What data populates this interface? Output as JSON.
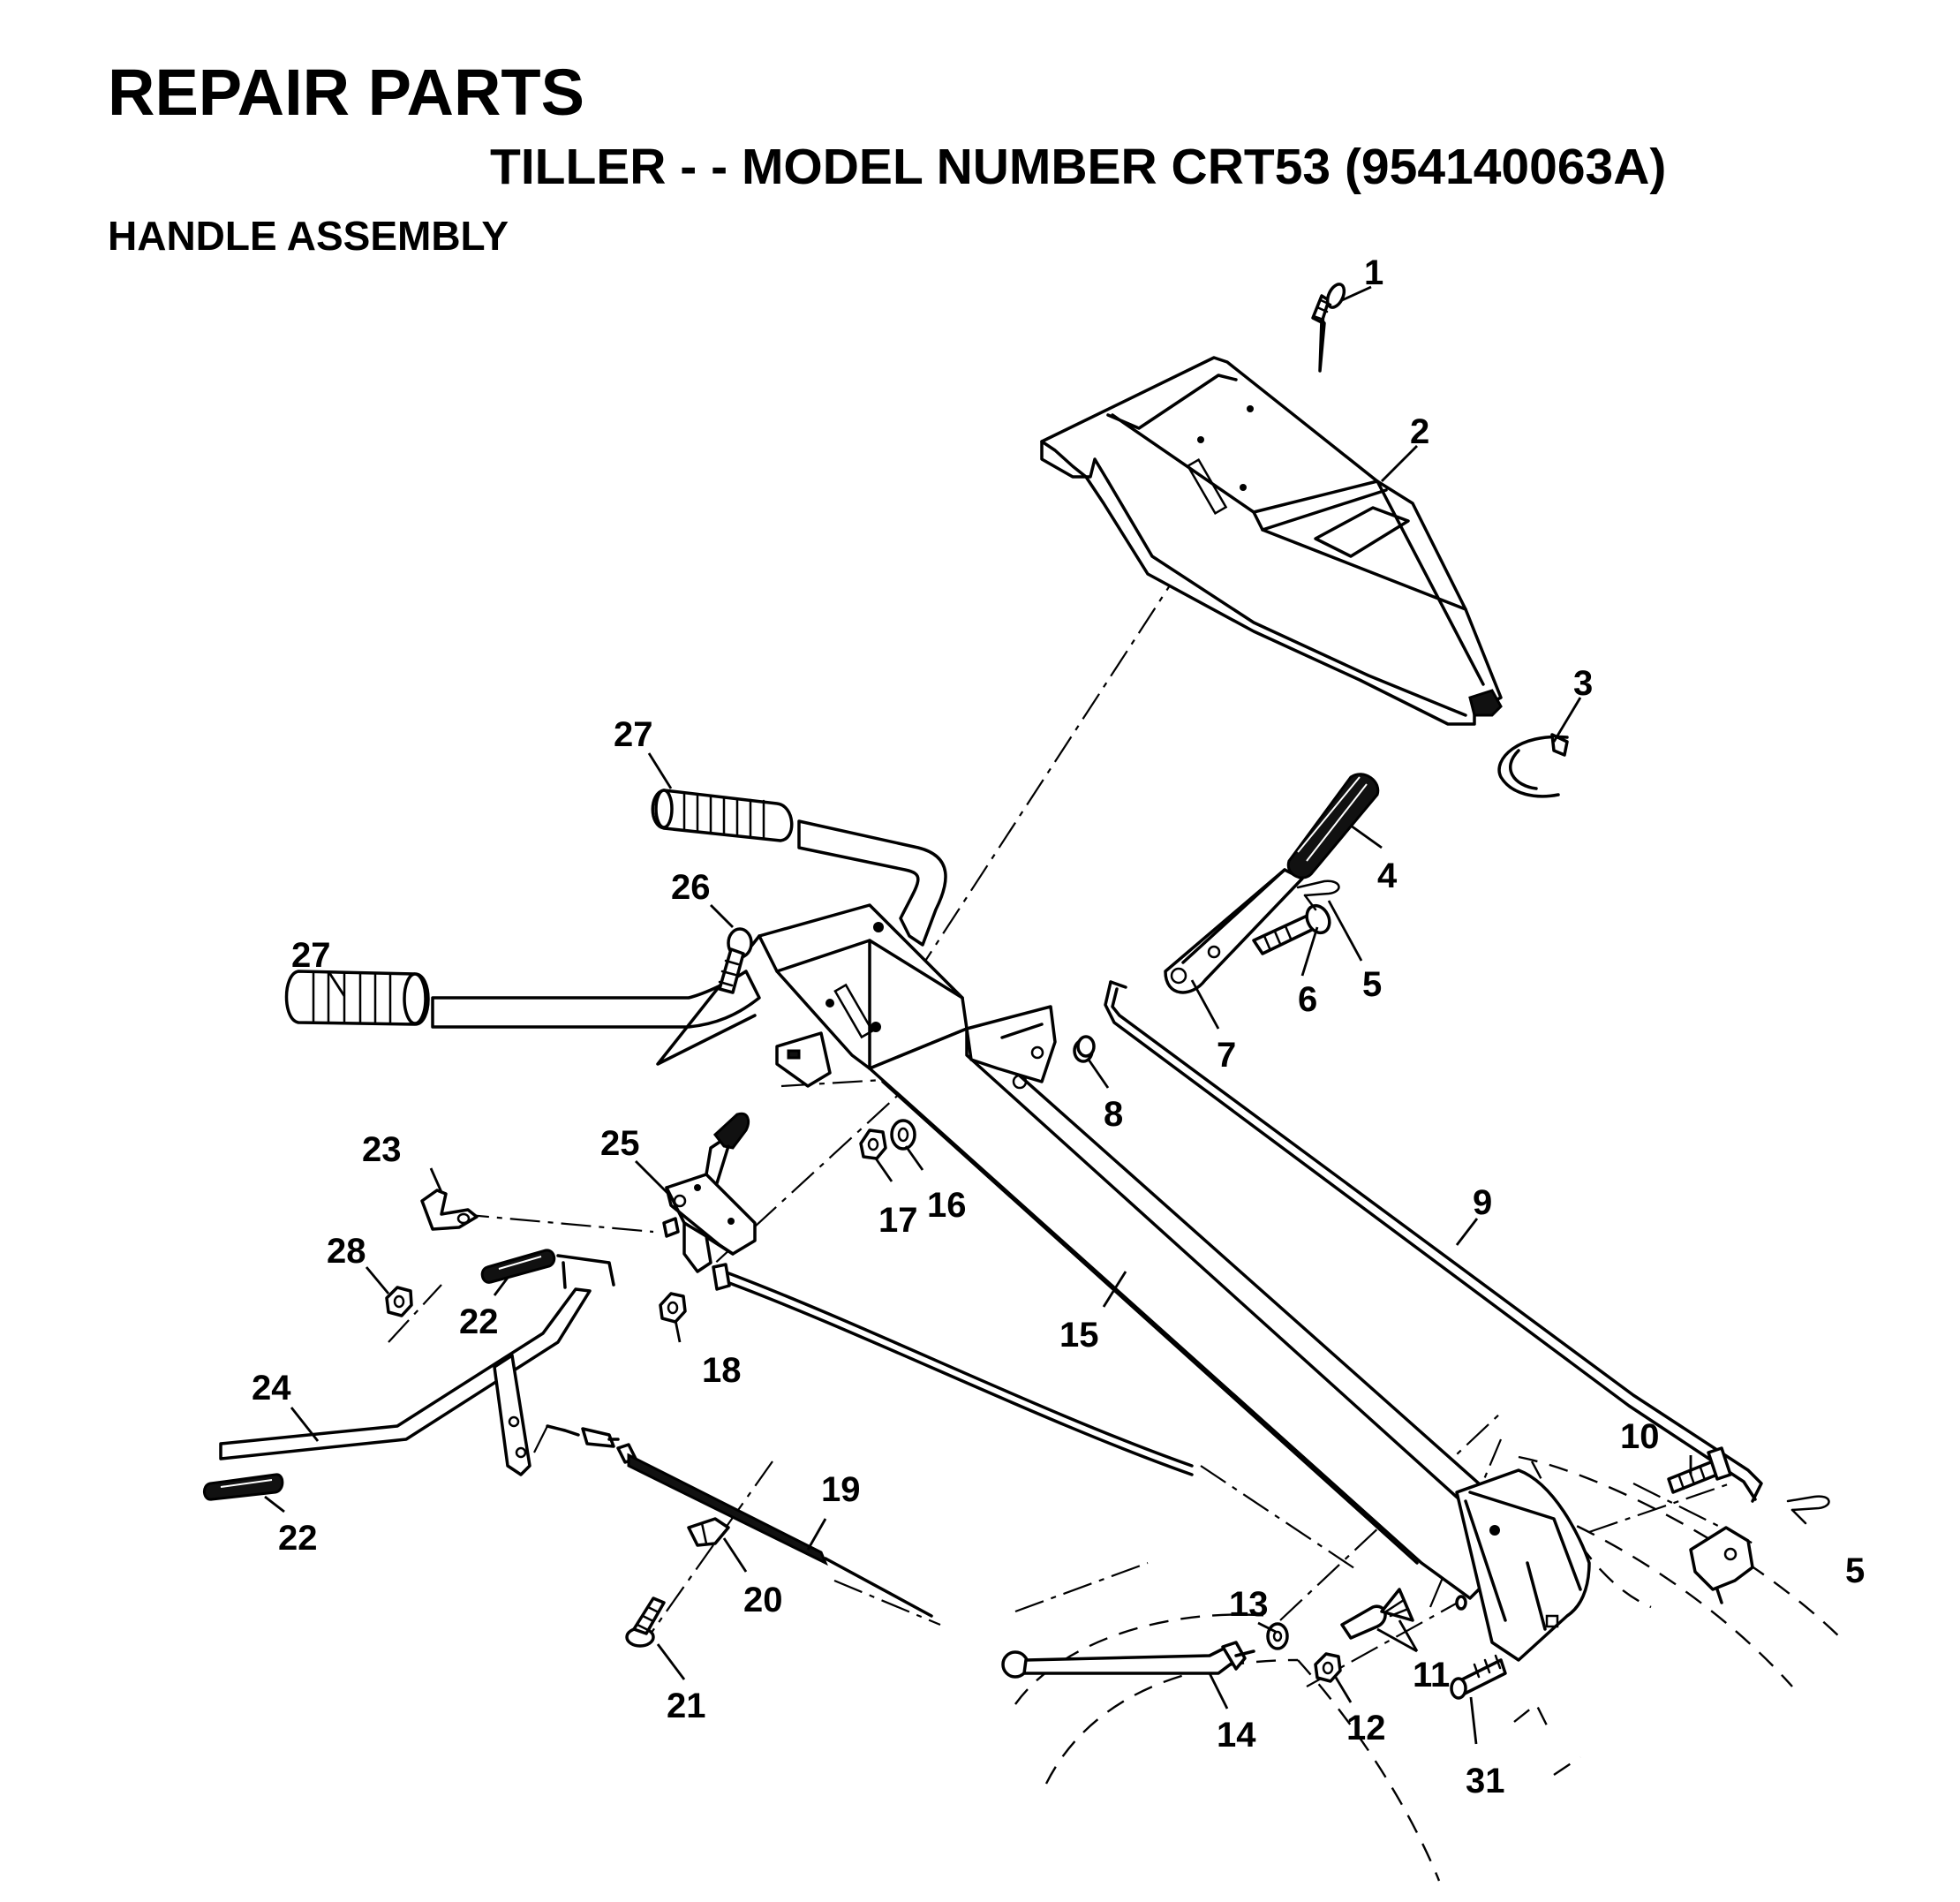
{
  "header": {
    "title": "REPAIR PARTS",
    "subtitle": "TILLER - - MODEL NUMBER CRT53 (954140063A)",
    "section": "HANDLE ASSEMBLY"
  },
  "callouts": [
    "1",
    "2",
    "3",
    "4",
    "5",
    "5",
    "6",
    "7",
    "8",
    "9",
    "10",
    "11",
    "12",
    "13",
    "14",
    "15",
    "16",
    "17",
    "18",
    "19",
    "20",
    "21",
    "22",
    "22",
    "23",
    "24",
    "25",
    "26",
    "27",
    "27",
    "28",
    "31"
  ]
}
